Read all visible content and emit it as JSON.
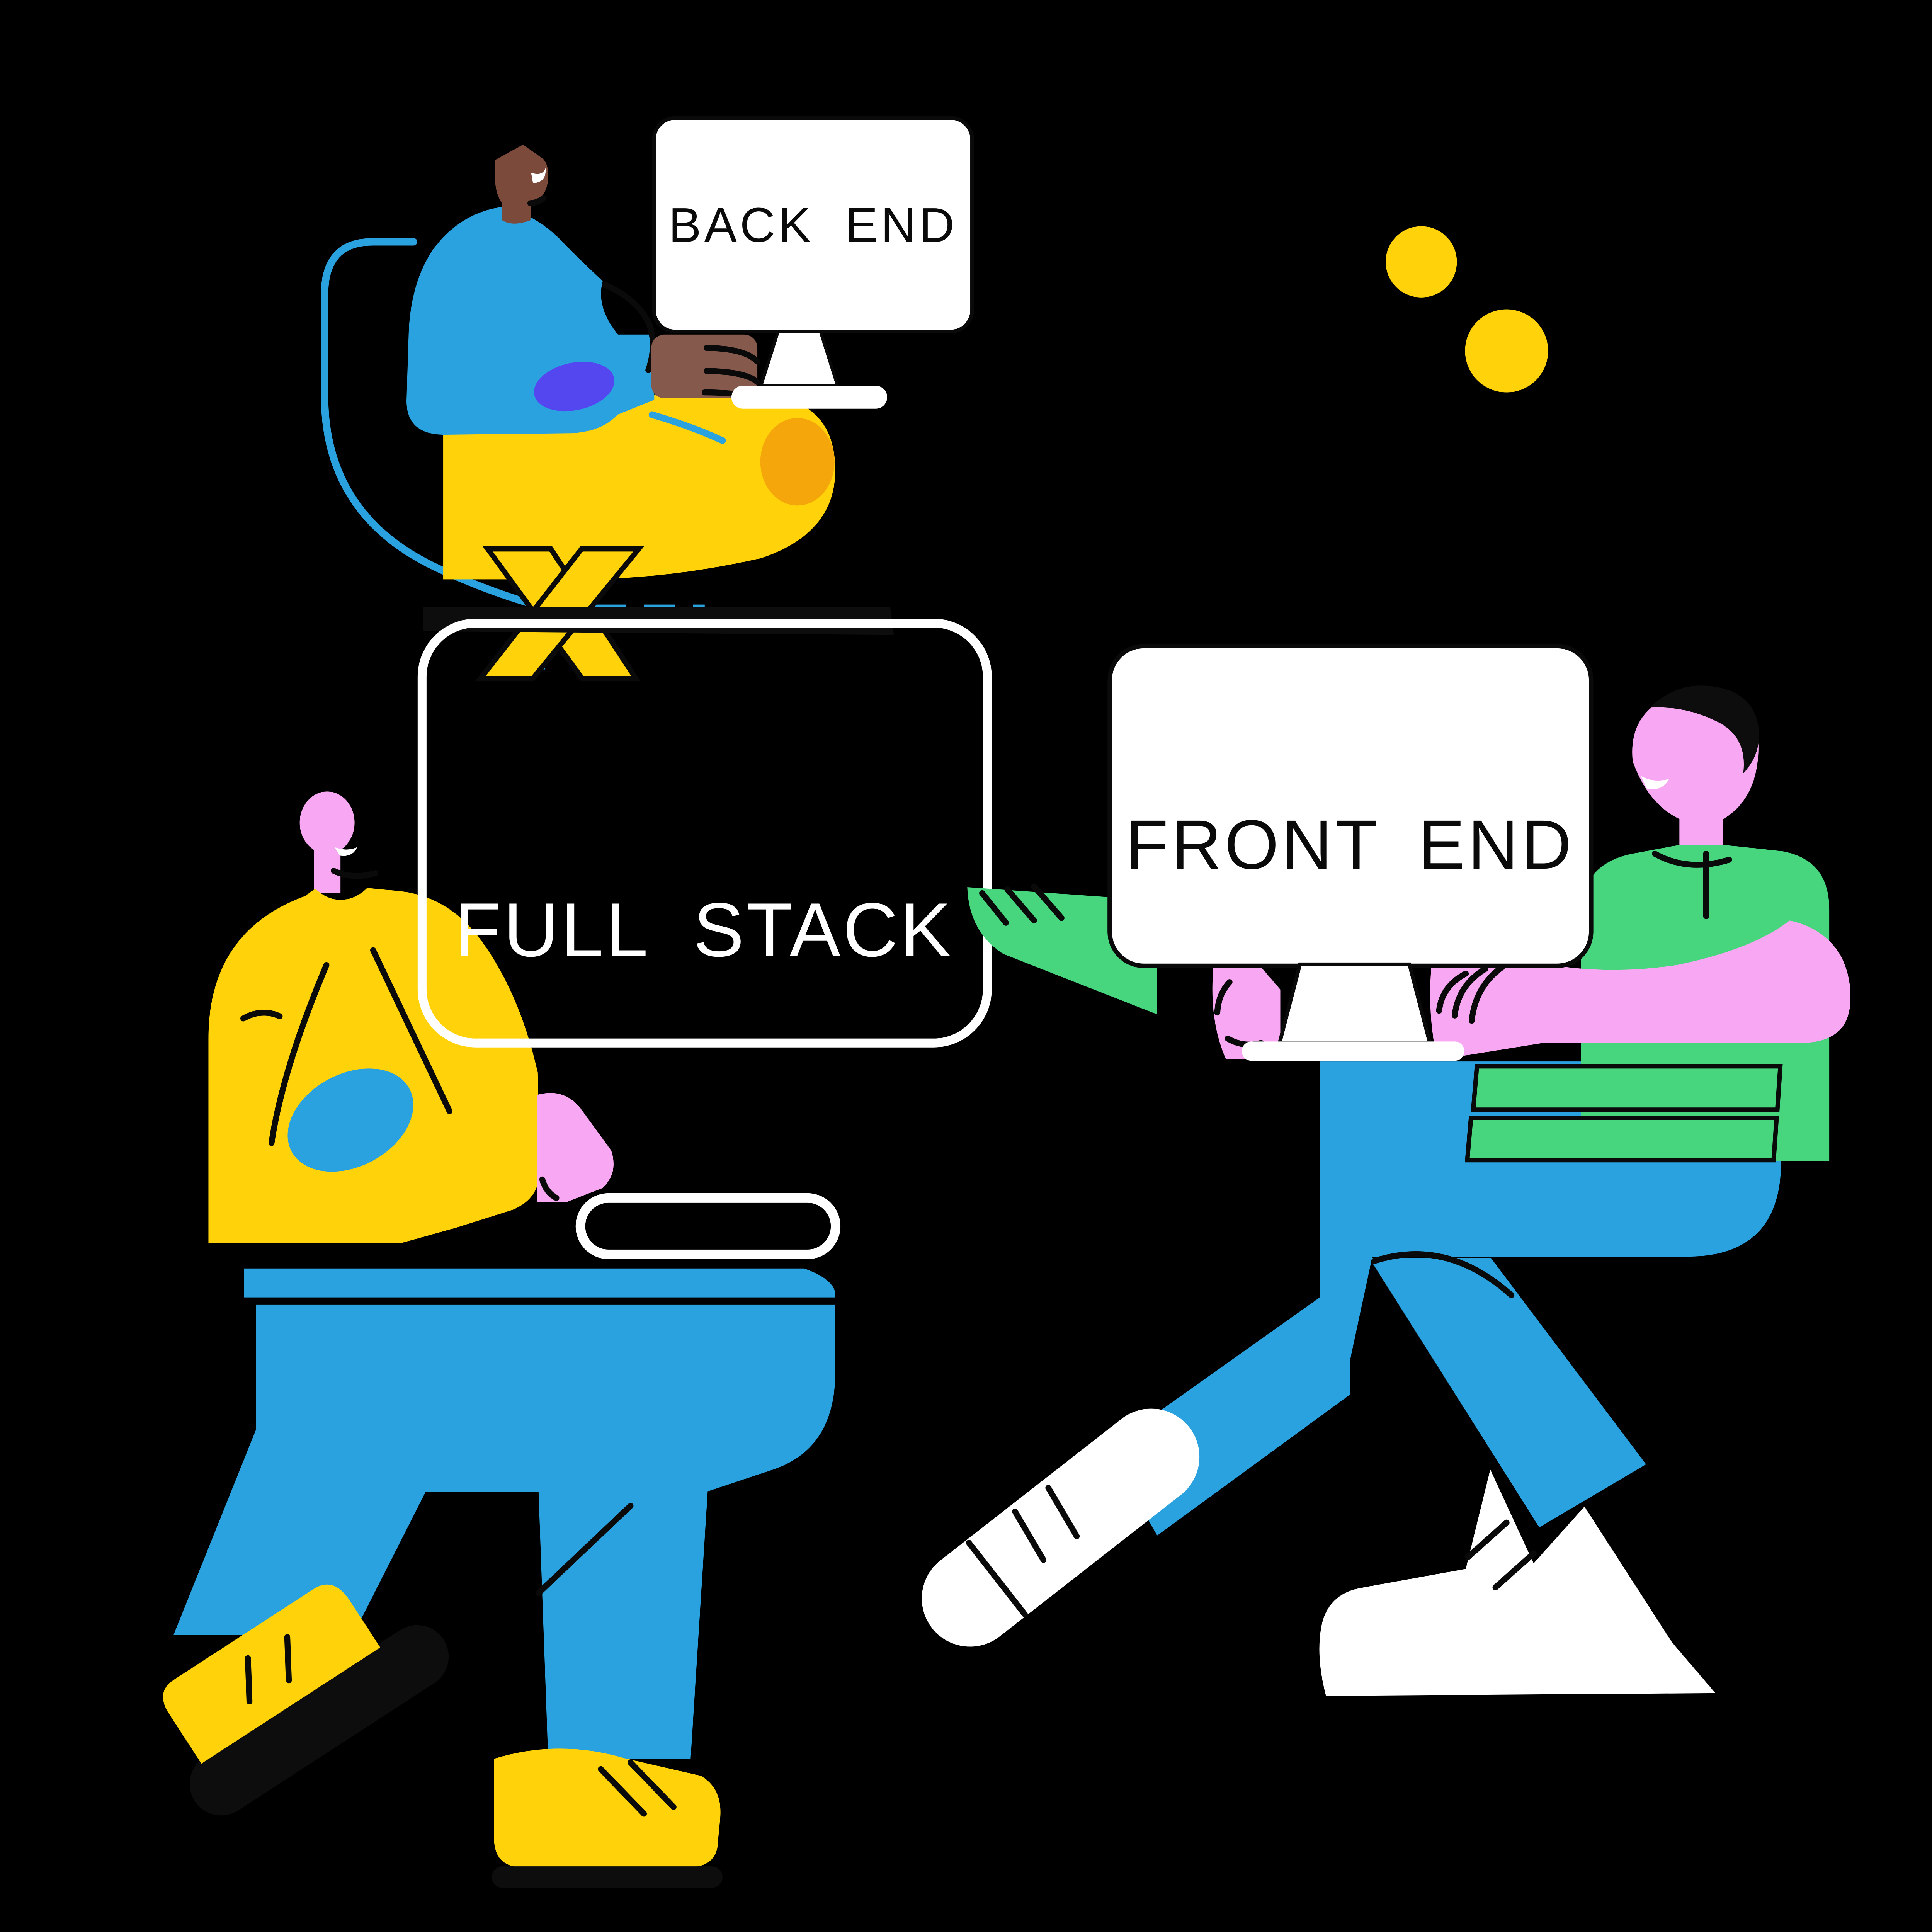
{
  "illustration": {
    "description": "Flat illustration of three developers working at computer monitors",
    "labels": {
      "back_end": "BACK END",
      "full_stack": "FULL STACK",
      "front_end": "FRONT END"
    }
  },
  "colors": {
    "background": "#000000",
    "yellow": "#FFD20A",
    "yellow_deep": "#F4A60B",
    "blue": "#2BA2E0",
    "green": "#47D57D",
    "pink": "#F8A8F2",
    "purple": "#5447F0",
    "skin_dark_face": "#7C4A3B",
    "skin_dark_hand": "#855A4D",
    "white": "#FFFFFF",
    "ink": "#0A0A0A",
    "near_black": "#0D0D0D"
  }
}
